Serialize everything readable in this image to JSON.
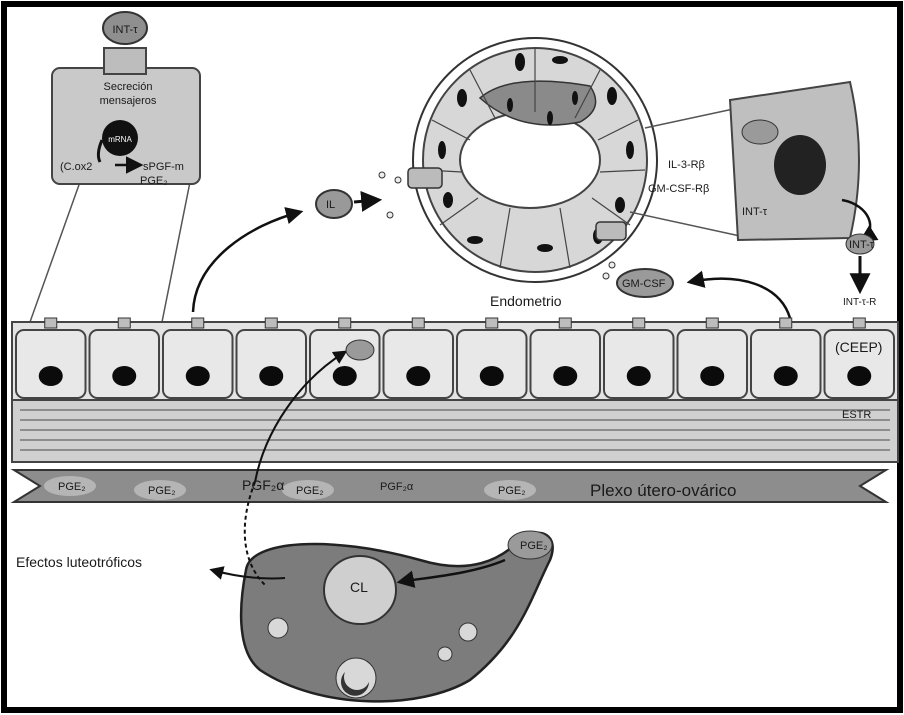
{
  "labels": {
    "int_top": "INT-τ",
    "secretion_a": "Secreción",
    "secretion_b": "mensajeros",
    "mrna": "mRNA",
    "cox": "(C.ox2",
    "pgf": "sPGF-m",
    "pge": "PGE₂",
    "il": "IL",
    "endometrio": "Endometrio",
    "gmcsf": "GM-CSF",
    "il3r": "IL-3-Rβ",
    "gmcsfr": "GM-CSF-Rβ",
    "int_r_top": "INT-τ",
    "int_r_mid": "INT-τ",
    "int_r_label": "INT-τ-R",
    "ceep": "(CEEP)",
    "estroma": "ESTR",
    "pg_labels": [
      "PGE₂",
      "PGE₂",
      "PGE₂",
      "PGF₂α",
      "PGE₂"
    ],
    "pgf_vessel": "PGF₂α",
    "plexo": "Plexo útero-ovárico",
    "efectos": "Efectos luteotróficos",
    "cl": "CL",
    "pge_ovary": "PGE₂"
  }
}
